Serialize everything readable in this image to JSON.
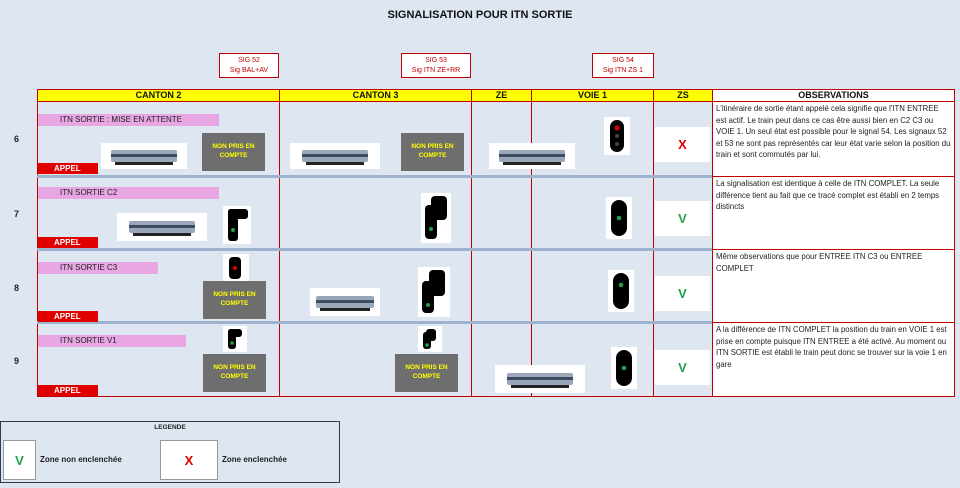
{
  "title": "SIGNALISATION POUR ITN SORTIE",
  "signals": [
    {
      "name": "SIG 52",
      "desc": "Sig BAL+AV"
    },
    {
      "name": "SIG 53",
      "desc": "Sig ITN ZE+RR"
    },
    {
      "name": "SIG 54",
      "desc": "Sig ITN ZS 1"
    }
  ],
  "headers": {
    "canton2": "CANTON 2",
    "canton3": "CANTON 3",
    "ze": "ZE",
    "voie1": "VOIE 1",
    "zs": "ZS",
    "observations": "OBSERVATIONS"
  },
  "rows": [
    {
      "num": "6",
      "label": "ITN SORTIE  :  MISE EN ATTENTE",
      "appel": "APPEL",
      "zs": "X",
      "observation": "L'itinéraire de sortie étant appelé cela signifie que l'ITN ENTREE est actif. Le train peut dans ce cas être aussi bien en C2  C3 ou VOIE 1. Un seul état est possible pour le signal 54. Les signaux 52 et 53 ne sont pas représentés car leur état varie selon la position du train et sont commutés par lui."
    },
    {
      "num": "7",
      "label": "ITN SORTIE C2",
      "appel": "APPEL",
      "zs": "V",
      "observation": "La signalisation est identique à celle de ITN COMPLET. La seule différence tient au fait que ce tracé complet est établi en 2 temps distincts"
    },
    {
      "num": "8",
      "label": "ITN SORTIE C3",
      "appel": "APPEL",
      "zs": "V",
      "observation": "Même observations que pour ENTREE ITN C3 ou ENTREE COMPLET"
    },
    {
      "num": "9",
      "label": "ITN SORTIE V1",
      "appel": "APPEL",
      "zs": "V",
      "observation": "A la différence de ITN COMPLET  la position du train en VOIE 1 est prise en compte puisque ITN ENTREE  a été activé. Au moment ou ITN SORTIE est établi le train peut donc se trouver sur la voie 1 en gare"
    }
  ],
  "non_pris": "NON PRIS EN COMPTE",
  "legend": {
    "title": "LEGENDE",
    "v_mark": "V",
    "v_text": "Zone non enclenchée",
    "x_mark": "X",
    "x_text": "Zone enclenchée"
  },
  "colors": {
    "red": "#c00000",
    "green": "#22a04a",
    "yellow": "#ffff00",
    "pink": "#e8a6e3"
  }
}
